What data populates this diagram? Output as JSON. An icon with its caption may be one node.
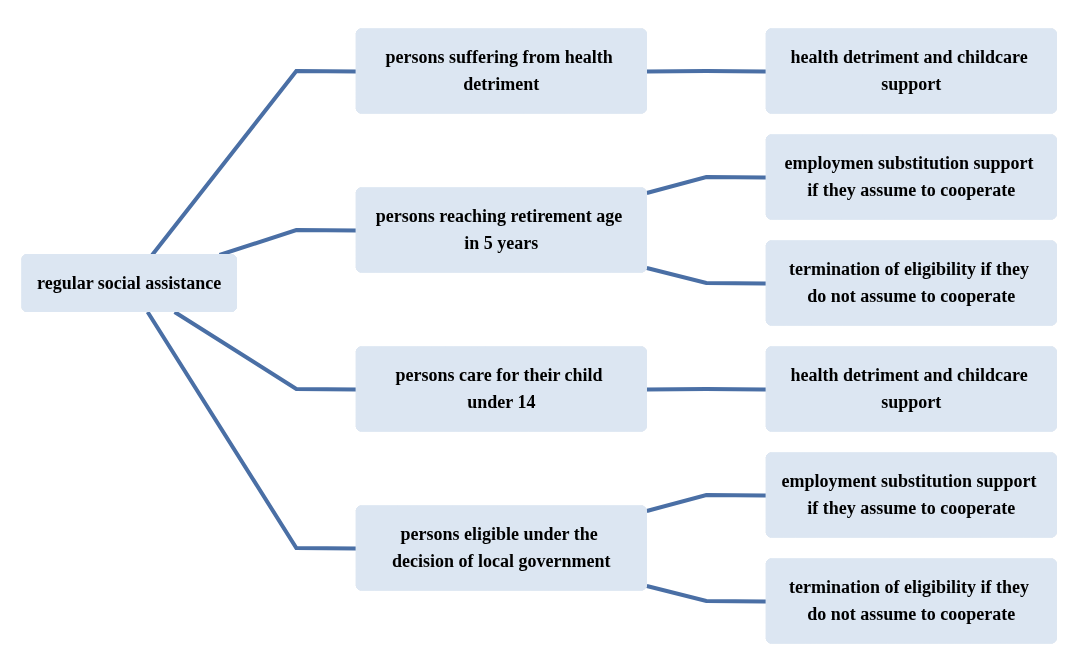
{
  "diagram": {
    "nodes": [
      {
        "text": [
          "regular social assistance"
        ]
      },
      {
        "text": [
          "persons suffering from health detriment"
        ]
      },
      {
        "text": [
          "persons reaching retirement age in 5 years"
        ]
      },
      {
        "text": [
          "persons care for their child under 14"
        ]
      },
      {
        "text": [
          "persons eligible under the decision of local government"
        ]
      },
      {
        "text": [
          "health detriment and childcare support"
        ]
      },
      {
        "text": [
          "employmen substitution support if they assume to cooperate"
        ]
      },
      {
        "text": [
          "termination of eligibility if they do not assume to cooperate"
        ]
      },
      {
        "text": [
          "health detriment and childcare support"
        ]
      },
      {
        "text": [
          "employment substitution support if they assume to cooperate"
        ]
      },
      {
        "text": [
          "termination of eligibility if they do not assume to cooperate"
        ]
      }
    ],
    "edges": [
      {
        "from": 0,
        "to": 1,
        "arrow": "none"
      },
      {
        "from": 0,
        "to": 2,
        "arrow": "none"
      },
      {
        "from": 0,
        "to": 3,
        "arrow": "none"
      },
      {
        "from": 0,
        "to": 4,
        "arrow": "none"
      },
      {
        "from": 1,
        "to": 5,
        "arrow": "none"
      },
      {
        "from": 2,
        "to": 6,
        "arrow": "none"
      },
      {
        "from": 2,
        "to": 7,
        "arrow": "none"
      },
      {
        "from": 3,
        "to": 8,
        "arrow": "none"
      },
      {
        "from": 4,
        "to": 9,
        "arrow": "none"
      },
      {
        "from": 4,
        "to": 10,
        "arrow": "none"
      }
    ]
  }
}
